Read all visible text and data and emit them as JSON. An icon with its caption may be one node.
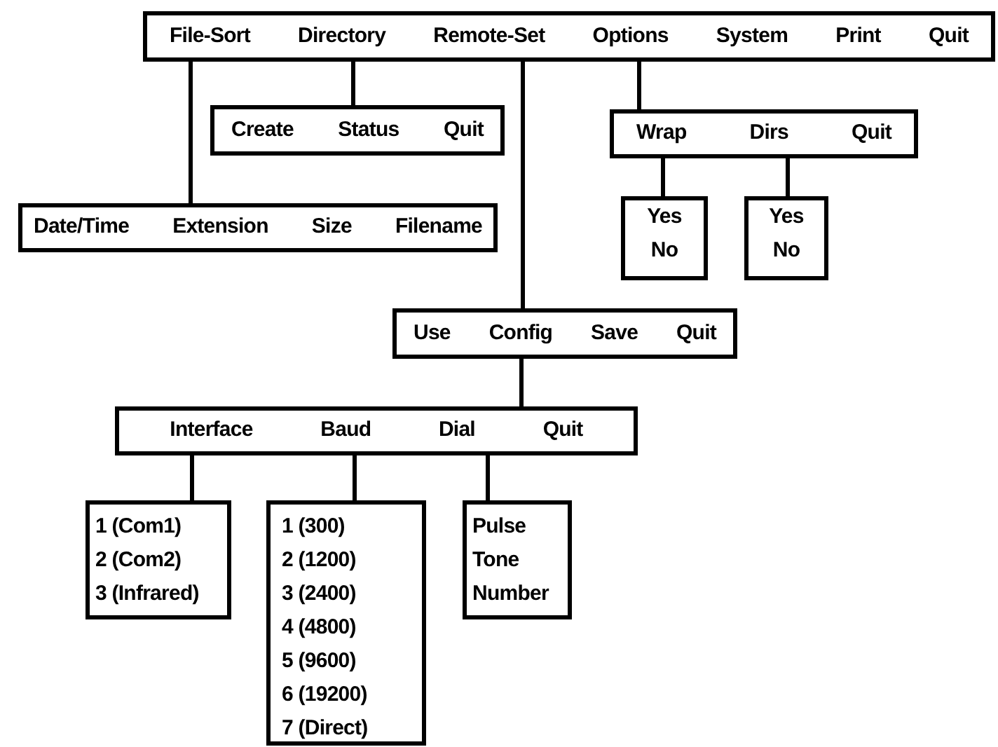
{
  "diagram": {
    "nodes": [
      {
        "text": [
          "File-Sort",
          "Directory",
          "Remote-Set",
          "Options",
          "System",
          "Print",
          "Quit"
        ]
      },
      {
        "text": [
          "Create",
          "Status",
          "Quit"
        ]
      },
      {
        "text": [
          "Date/Time",
          "Extension",
          "Size",
          "Filename"
        ]
      },
      {
        "text": [
          "Wrap",
          "Dirs",
          "Quit"
        ]
      },
      {
        "text": [
          "Yes",
          "No"
        ]
      },
      {
        "text": [
          "Yes",
          "No"
        ]
      },
      {
        "text": [
          "Use",
          "Config",
          "Save",
          "Quit"
        ]
      },
      {
        "text": [
          "Interface",
          "Baud",
          "Dial",
          "Quit"
        ]
      },
      {
        "text": [
          "1 (Com1)",
          "2 (Com2)",
          "3 (Infrared)"
        ]
      },
      {
        "text": [
          "1 (300)",
          "2 (1200)",
          "3 (2400)",
          "4 (4800)",
          "5 (9600)",
          "6 (19200)",
          "7 (Direct)"
        ]
      },
      {
        "text": [
          "Pulse",
          "Tone",
          "Number"
        ]
      }
    ],
    "edges": [
      {
        "from": 0,
        "to": 2,
        "arrow": "none"
      },
      {
        "from": 0,
        "to": 1,
        "arrow": "none"
      },
      {
        "from": 0,
        "to": 6,
        "arrow": "none"
      },
      {
        "from": 0,
        "to": 3,
        "arrow": "none"
      },
      {
        "from": 3,
        "to": 4,
        "arrow": "none"
      },
      {
        "from": 3,
        "to": 5,
        "arrow": "none"
      },
      {
        "from": 6,
        "to": 7,
        "arrow": "none"
      },
      {
        "from": 7,
        "to": 8,
        "arrow": "none"
      },
      {
        "from": 7,
        "to": 9,
        "arrow": "none"
      },
      {
        "from": 7,
        "to": 10,
        "arrow": "none"
      }
    ]
  }
}
